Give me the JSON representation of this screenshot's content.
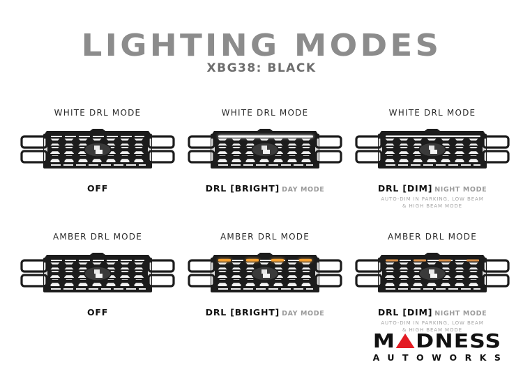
{
  "header": {
    "title": "LIGHTING MODES",
    "subtitle": "XBG38: BLACK"
  },
  "colors": {
    "title_gray": "#8c8c8c",
    "grille_black": "#1c1c1c",
    "white_drl": "#ffffff",
    "amber_drl": "#f5a031",
    "logo_red": "#e31b23"
  },
  "modes": [
    {
      "label": "WHITE DRL MODE",
      "caption_main": "OFF",
      "caption_mode": "",
      "note_line1": "",
      "note_line2": "",
      "drl_color": "none"
    },
    {
      "label": "WHITE DRL MODE",
      "caption_main": "DRL [BRIGHT]",
      "caption_mode": "DAY MODE",
      "note_line1": "",
      "note_line2": "",
      "drl_color": "white-bright"
    },
    {
      "label": "WHITE DRL MODE",
      "caption_main": "DRL [DIM]",
      "caption_mode": "NIGHT MODE",
      "note_line1": "AUTO-DIM IN PARKING, LOW BEAM",
      "note_line2": "& HIGH BEAM MODE",
      "drl_color": "white-dim"
    },
    {
      "label": "AMBER DRL MODE",
      "caption_main": "OFF",
      "caption_mode": "",
      "note_line1": "",
      "note_line2": "",
      "drl_color": "none"
    },
    {
      "label": "AMBER DRL MODE",
      "caption_main": "DRL [BRIGHT]",
      "caption_mode": "DAY MODE",
      "note_line1": "",
      "note_line2": "",
      "drl_color": "amber-bright"
    },
    {
      "label": "AMBER DRL MODE",
      "caption_main": "DRL [DIM]",
      "caption_mode": "NIGHT MODE",
      "note_line1": "AUTO-DIM IN PARKING, LOW BEAM",
      "note_line2": "& HIGH BEAM MODE",
      "drl_color": "amber-dim"
    }
  ],
  "logo": {
    "top_pre": "M",
    "top_post": "DNESS",
    "bottom": "AUTOWORKS"
  }
}
